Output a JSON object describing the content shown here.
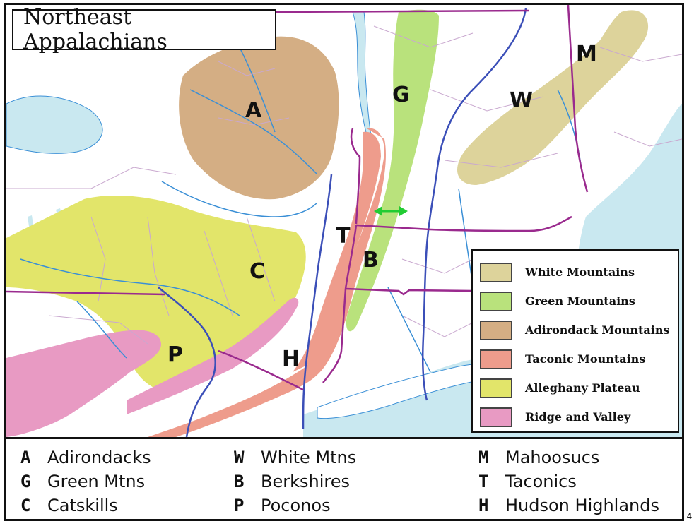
{
  "title": "Northeast Appalachians",
  "map_letters": [
    {
      "code": "A",
      "label": "A"
    },
    {
      "code": "G",
      "label": "G"
    },
    {
      "code": "W",
      "label": "W"
    },
    {
      "code": "M",
      "label": "M"
    },
    {
      "code": "T",
      "label": "T"
    },
    {
      "code": "B",
      "label": "B"
    },
    {
      "code": "C",
      "label": "C"
    },
    {
      "code": "P",
      "label": "P"
    },
    {
      "code": "H",
      "label": "H"
    }
  ],
  "legend": [
    {
      "label": "White Mountains",
      "color": "#ddd39b"
    },
    {
      "label": "Green Mountains",
      "color": "#b9e27c"
    },
    {
      "label": "Adirondack Mountains",
      "color": "#d4ae84"
    },
    {
      "label": "Taconic Mountains",
      "color": "#ee9c8c"
    },
    {
      "label": "Alleghany Plateau",
      "color": "#e2e56a"
    },
    {
      "label": "Ridge and Valley",
      "color": "#e89ac3"
    }
  ],
  "key": [
    [
      {
        "code": "A",
        "name": "Adirondacks"
      },
      {
        "code": "G",
        "name": "Green Mtns"
      },
      {
        "code": "C",
        "name": "Catskills"
      }
    ],
    [
      {
        "code": "W",
        "name": "White Mtns"
      },
      {
        "code": "B",
        "name": "Berkshires"
      },
      {
        "code": "P",
        "name": "Poconos"
      }
    ],
    [
      {
        "code": "M",
        "name": "Mahoosucs"
      },
      {
        "code": "T",
        "name": "Taconics"
      },
      {
        "code": "H",
        "name": "Hudson Highlands"
      }
    ]
  ],
  "colors": {
    "water": "#c9e8f0",
    "river": "#3a8fd6",
    "county_border": "#c9a8cf",
    "state_border": "#9a2a8e",
    "major_river": "#3b4fb8",
    "arrow": "#22cc33"
  },
  "stray_mark": "4"
}
